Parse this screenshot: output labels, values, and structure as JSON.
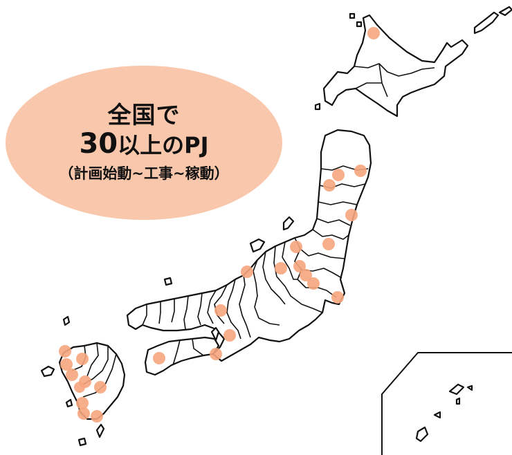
{
  "callout": {
    "line1": "全国で",
    "line2_number": "30",
    "line2_text": "以上のPJ",
    "line3": "（計画始動~工事~稼動）",
    "color": "#f9c7ab"
  },
  "map": {
    "marker_color": "#f6a57d",
    "marker_count": 27
  }
}
